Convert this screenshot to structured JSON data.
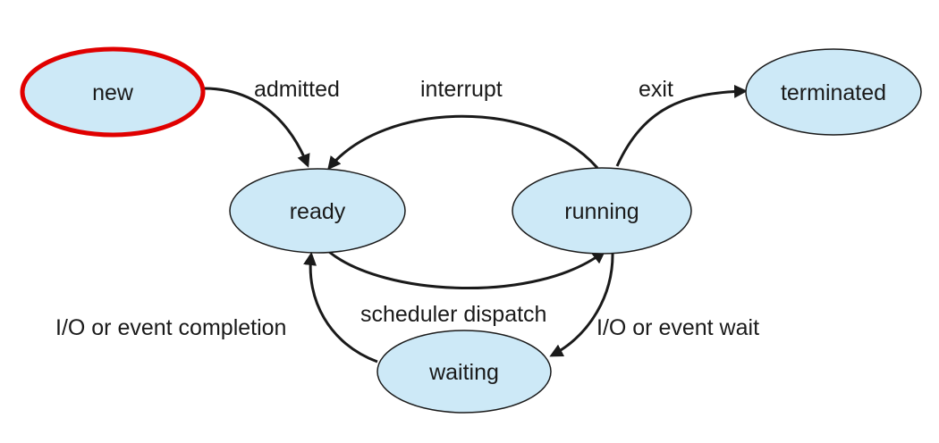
{
  "colors": {
    "state_fill": "#cde9f7",
    "state_stroke": "#1a1a1a",
    "highlight_stroke": "#e00000",
    "edge": "#1a1a1a"
  },
  "states": {
    "new": "new",
    "ready": "ready",
    "running": "running",
    "waiting": "waiting",
    "terminated": "terminated"
  },
  "highlighted_state": "new",
  "transitions": {
    "admitted": "admitted",
    "interrupt": "interrupt",
    "exit": "exit",
    "scheduler_dispatch": "scheduler dispatch",
    "io_event_completion": "I/O or event completion",
    "io_event_wait": "I/O or event wait"
  }
}
